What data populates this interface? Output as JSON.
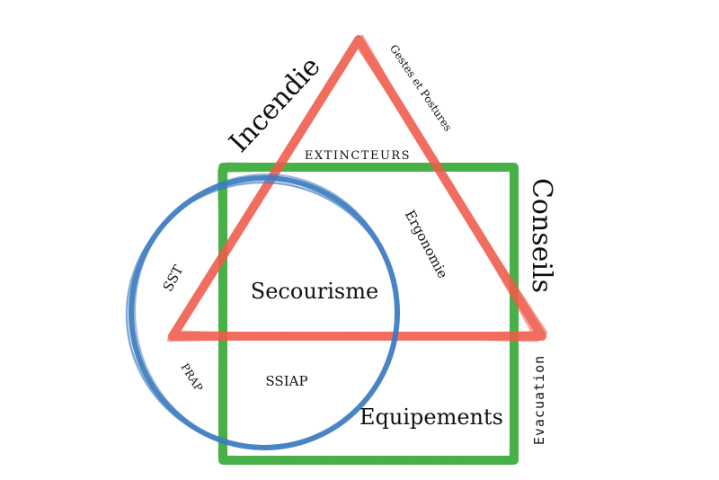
{
  "colors": {
    "triangle": "#f05a4a",
    "square": "#35a835",
    "circle": "#3b7bbf",
    "text": "#111111",
    "background": "#ffffff"
  },
  "labels": {
    "incendie": "Incendie",
    "gestes": "Gestes et Postures",
    "extincteurs": "EXTINCTEURS",
    "conseils": "Conseils",
    "ergonomie": "Ergonomie",
    "sst": "SST",
    "secourisme": "Secourisme",
    "prap": "PRAP",
    "ssiap": "SSIAP",
    "equipements": "Equipements",
    "evacuation": "Evacuation"
  }
}
